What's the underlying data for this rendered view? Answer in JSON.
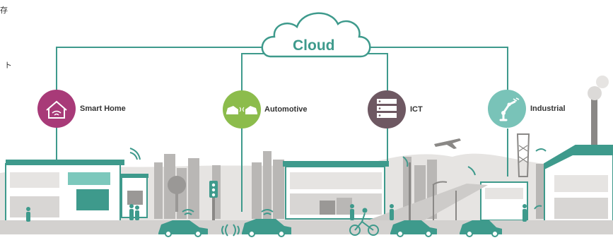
{
  "left_edge_text": [
    "存",
    "ト"
  ],
  "cloud": {
    "label": "Cloud"
  },
  "nodes": [
    {
      "label": "Smart Home",
      "icon": "house-icon",
      "color": "#a83a78"
    },
    {
      "label": "Automotive",
      "icon": "cars-icon",
      "color": "#8cbc4c"
    },
    {
      "label": "ICT",
      "icon": "server-icon",
      "color": "#6e5862"
    },
    {
      "label": "Industrial",
      "icon": "robot-arm-icon",
      "color": "#79c3b8"
    }
  ],
  "colors": {
    "teal": "#3e9a8c",
    "teal_light": "#7cc8bc",
    "skyline_gray": "#b9b7b5",
    "skyline_light": "#d8d6d4",
    "road": "#d3d1cf"
  }
}
